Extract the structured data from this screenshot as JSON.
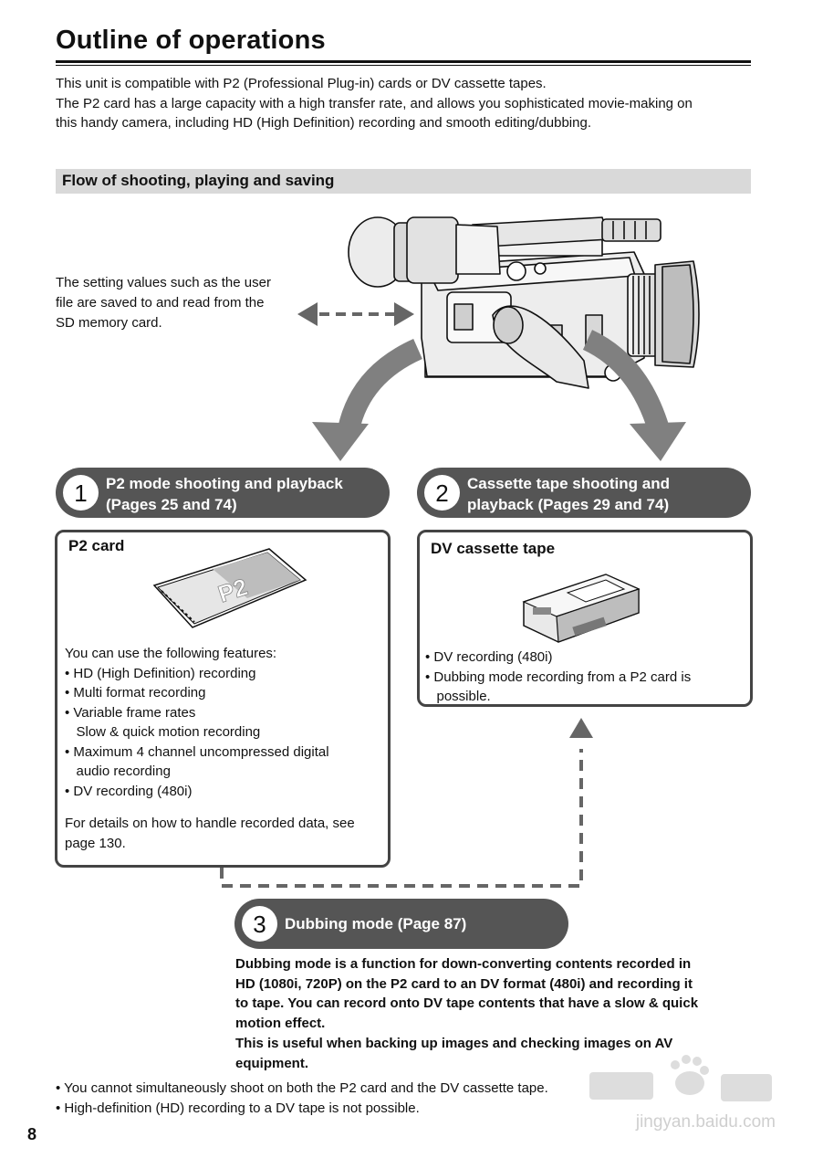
{
  "page": {
    "title": "Outline of operations",
    "intro": [
      "This unit is compatible with P2 (Professional Plug-in) cards or DV cassette tapes.",
      "The P2 card has a large capacity with a high transfer rate, and allows you sophisticated movie-making on",
      "this handy camera, including HD (High Definition) recording and smooth editing/dubbing."
    ],
    "page_number": "8"
  },
  "section": {
    "title": "Flow of shooting, playing and saving"
  },
  "sd_note": [
    "The setting values such as the user",
    "file are saved to and read from the",
    "SD memory card."
  ],
  "modes": [
    {
      "number": "1",
      "line1": "P2 mode shooting and playback",
      "line2": "(Pages 25 and 74)"
    },
    {
      "number": "2",
      "line1": "Cassette tape shooting and",
      "line2": "playback (Pages 29 and 74)"
    },
    {
      "number": "3",
      "line1": "Dubbing mode (Page 87)"
    }
  ],
  "p2_box": {
    "title": "P2 card",
    "card_label": "P2",
    "features": [
      "You can use the following features:",
      "• HD (High Definition) recording",
      "• Multi format recording",
      "• Variable frame rates",
      "   Slow & quick motion recording",
      "• Maximum 4 channel uncompressed digital",
      "   audio recording",
      "• DV recording (480i)"
    ],
    "details": [
      "For details on how to handle recorded data, see",
      "page 130."
    ]
  },
  "dv_box": {
    "title": "DV cassette tape",
    "features": [
      "• DV recording (480i)",
      "• Dubbing mode recording from a P2 card is",
      "   possible."
    ]
  },
  "dubbing_description": [
    "Dubbing mode is a function for down-converting contents recorded in",
    "HD (1080i, 720P) on the P2 card to an DV format (480i) and recording it",
    "to tape. You can record onto DV tape contents that have a slow & quick",
    "motion effect.",
    "This is useful when backing up images and checking images on AV",
    "equipment."
  ],
  "notes": [
    "• You cannot simultaneously shoot on both the P2 card and the DV cassette tape.",
    "• High-definition (HD) recording to a DV tape is not possible."
  ],
  "watermark": {
    "text": "jingyan.baidu.com"
  },
  "colors": {
    "pill": "#555555",
    "section_bar": "#d9d9d9",
    "arrow": "#808080"
  }
}
